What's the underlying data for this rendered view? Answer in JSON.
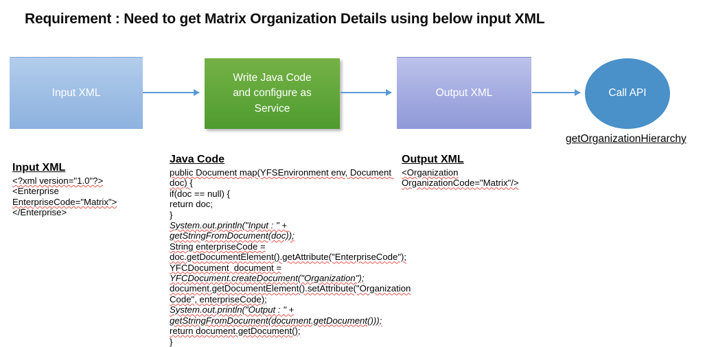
{
  "page": {
    "title": "Requirement : Need to get Matrix Organization Details using below input XML",
    "background_color": "#ffffff"
  },
  "colors": {
    "input_box": "#9dbde4",
    "java_box": "#64a83c",
    "output_box": "#a5ace1",
    "api_circle": "#4a90c9",
    "arrow": "#5b9bd5",
    "spellcheck_squiggle": "#e8544a",
    "title_text": "#0d0d0d"
  },
  "flow": {
    "nodes": [
      {
        "id": "input-xml",
        "label": "Input XML",
        "shape": "rectangle"
      },
      {
        "id": "java-code",
        "label": "Write Java Code and configure as Service",
        "shape": "rectangle"
      },
      {
        "id": "output-xml",
        "label": "Output XML",
        "shape": "rectangle"
      },
      {
        "id": "call-api",
        "label": "Call API",
        "shape": "ellipse"
      }
    ],
    "java_box_lines": [
      "Write Java Code",
      "and configure as",
      "Service"
    ],
    "api_caption": "getOrganizationHierarchy"
  },
  "input_xml": {
    "heading": "Input XML",
    "lines": [
      "<?xml version=\"1.0\"?>",
      "<Enterprise",
      "EnterpriseCode=\"Matrix\">",
      "</Enterprise>"
    ]
  },
  "java_code": {
    "heading": "Java Code",
    "lines": [
      "public Document map(YFSEnvironment env, Document doc) {",
      "if(doc == null) {",
      "return doc;",
      "}",
      "System.out.println(\"Input : \" + getStringFromDocument(doc));",
      "String enterpriseCode =",
      "doc.getDocumentElement().getAttribute(\"EnterpriseCode\");",
      "YFCDocument  document =",
      "YFCDocument.createDocument(\"Organization\");",
      "document.getDocumentElement().setAttribute(\"Organization",
      "Code\", enterpriseCode);",
      "System.out.println(\"Output : \" +",
      "getStringFromDocument(document.getDocument()));",
      "return document.getDocument();",
      "}"
    ]
  },
  "output_xml": {
    "heading": "Output XML",
    "lines": [
      "<Organization",
      "OrganizationCode=\"Matrix\"/>"
    ]
  }
}
